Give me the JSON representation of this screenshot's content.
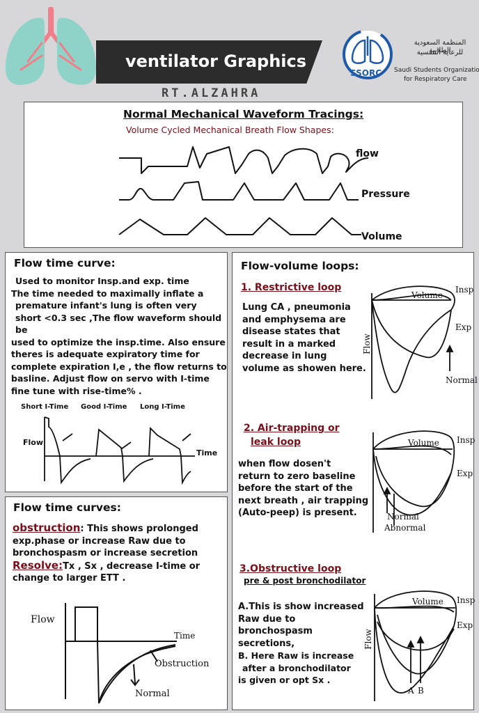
{
  "header": {
    "title": "ventilator Graphics",
    "author": "RT.ALZAHRA",
    "org_acronym": "SSORC",
    "org_name_ar_1": "المنظمة السعودية الطلابية",
    "org_name_ar_2": "للرعاية التنفسية",
    "org_name_en_1": "Saudi Students Organization",
    "org_name_en_2": "for Respiratory Care"
  },
  "top": {
    "title": "Normal Mechanical Waveform Tracings:",
    "subtitle": "Volume Cycled Mechanical Breath Flow Shapes:",
    "label_flow": "flow",
    "label_pressure": "Pressure",
    "label_volume": "Volume"
  },
  "flow_time": {
    "title": "Flow time curve:",
    "lines": [
      "Used to monitor Insp.and exp. time",
      "The time needed to maximally inflate a",
      "premature infant's lung is often very",
      "short <0.3 sec ,The flow waveform should be",
      "used to optimize the insp.time. Also ensure",
      "theres is adequate expiratory time for",
      "complete expiration I,e , the flow returns to",
      "basline. Adjust flow on servo with I-time",
      "fine tune with rise-time% ."
    ],
    "label_short": "Short I-Time",
    "label_good": "Good I-Time",
    "label_long": "Long I-Time",
    "label_flow": "Flow",
    "label_time": "Time"
  },
  "flow_time_curves": {
    "title": "Flow time curves:",
    "obstruction_word": "obstruction",
    "obstruction_text_1": ": This shows prolonged",
    "obstruction_text_2": "exp.phase or increase Raw due to",
    "obstruction_text_3": "bronchospasm or increase secretion",
    "resolve_word": "Resolve:",
    "resolve_text_1": "Tx , Sx , decrease I-time or",
    "resolve_text_2": "change to larger ETT .",
    "label_flow": "Flow",
    "label_time": "Time",
    "label_obstruction": "Obstruction",
    "label_normal": "Normal"
  },
  "loops": {
    "title": "Flow-volume loops:",
    "restrictive": {
      "heading": "1. Restrictive loop",
      "lines": [
        "Lung CA , pneumonia",
        "and emphysema are",
        "disease states that",
        "result in a marked",
        "decrease in lung",
        "volume as  showen here."
      ],
      "label_volume": "Volume",
      "label_insp": "Insp",
      "label_exp": "Exp",
      "label_flow": "Flow",
      "label_normal": "Normal"
    },
    "air_trapping": {
      "heading_1": "2. Air-trapping  or",
      "heading_2": "leak loop",
      "lines": [
        "when flow dosen't",
        "return to zero baseline",
        "before the start of the",
        "next breath , air trapping",
        "(Auto-peep) is present."
      ],
      "label_volume": "Volume",
      "label_insp": "Insp",
      "label_exp": "Exp",
      "label_normal": "Normal",
      "label_abnormal": "Abnormal"
    },
    "obstructive": {
      "heading_1": "3.Obstructive loop",
      "heading_2": "pre & post bronchodilator",
      "lines_a": [
        "A.This is show increased",
        "Raw due to bronchospasm",
        "secretions,"
      ],
      "lines_b": [
        "B. Here Raw is increase",
        "after a bronchodilator",
        "is given or opt Sx ."
      ],
      "label_volume": "Volume",
      "label_insp": "Insp",
      "label_exp": "Exp",
      "label_flow": "Flow",
      "label_a": "A",
      "label_b": "B"
    }
  },
  "colors": {
    "background": "#d7d7d9",
    "banner": "#2c2c2c",
    "lung": "#8fd3c8",
    "trachea": "#f07f8a",
    "accent_maroon": "#7a0f1a",
    "logo_blue": "#1f5aa8"
  }
}
